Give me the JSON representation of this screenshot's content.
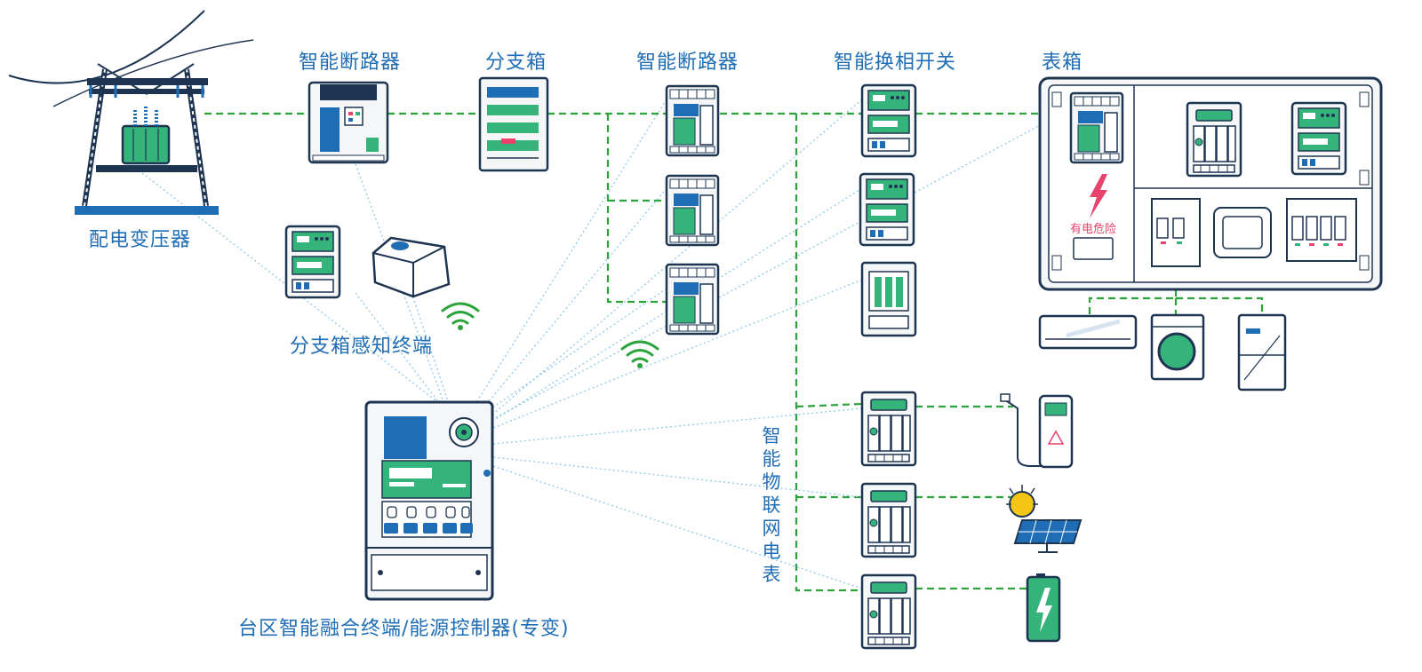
{
  "labels": {
    "transformer": "配电变压器",
    "breaker_main": "智能断路器",
    "branch_box": "分支箱",
    "breaker_branch": "智能断路器",
    "phase_switch": "智能换相开关",
    "meter_box": "表箱",
    "branch_sensor": "分支箱感知终端",
    "fusion_terminal": "台区智能融合终端/能源控制器(专变)",
    "iot_meter": "智能物联网电表",
    "danger_sign": "有电危险"
  },
  "colors": {
    "label_blue": "#1f6db5",
    "link_green": "#2aa33a",
    "wireless_blue": "#8cc8e8",
    "device_navy": "#1e3552",
    "device_green": "#34b37a",
    "device_blue": "#1f6db5",
    "danger_red": "#e8436a"
  }
}
